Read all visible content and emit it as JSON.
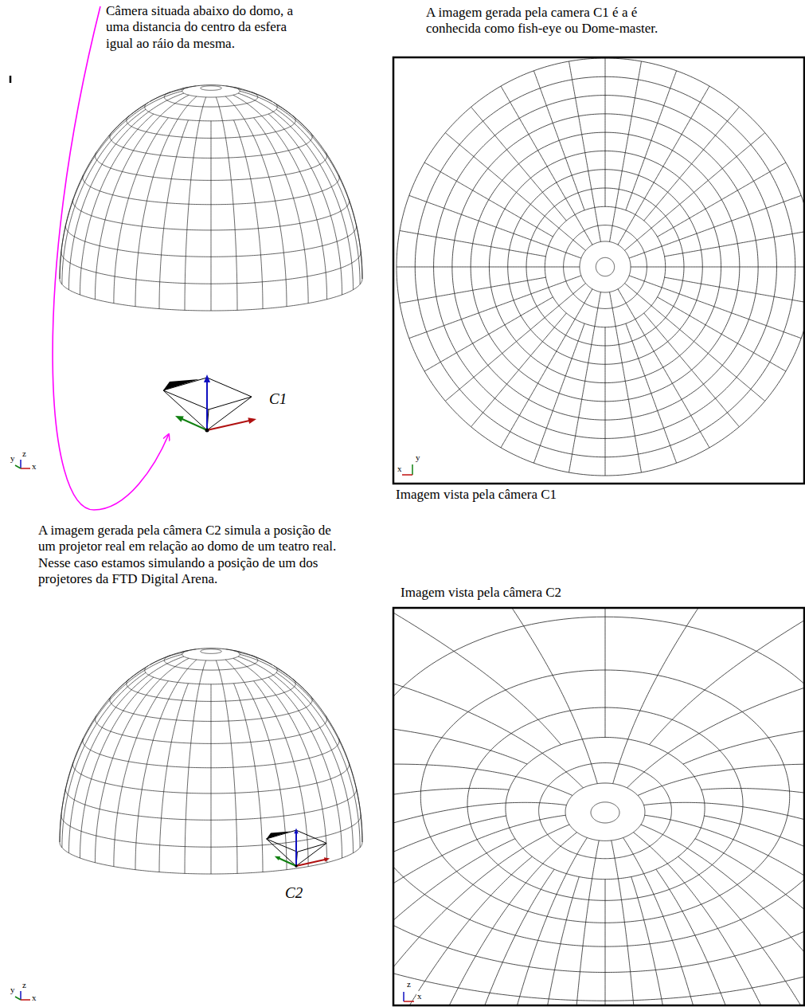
{
  "diagram": {
    "labels": [
      "Câmera situada abaixo do domo, a uma distancia do centro da esfera igual ao ráio da mesma.",
      "A imagem gerada pela camera C1 é a é conhecida como fish-eye ou Dome-master.",
      "C1",
      "y",
      "z",
      "x",
      "x",
      "y",
      "Imagem vista pela câmera C1",
      "A imagem gerada pela câmera C2 simula a posição de um projetor real em relação ao domo de um teatro real. Nesse caso estamos simulando a posição de um dos projetores da FTD Digital Arena.",
      "Imagem vista pela câmera C2",
      "C2",
      "y",
      "z",
      "x",
      "z",
      "x"
    ]
  }
}
